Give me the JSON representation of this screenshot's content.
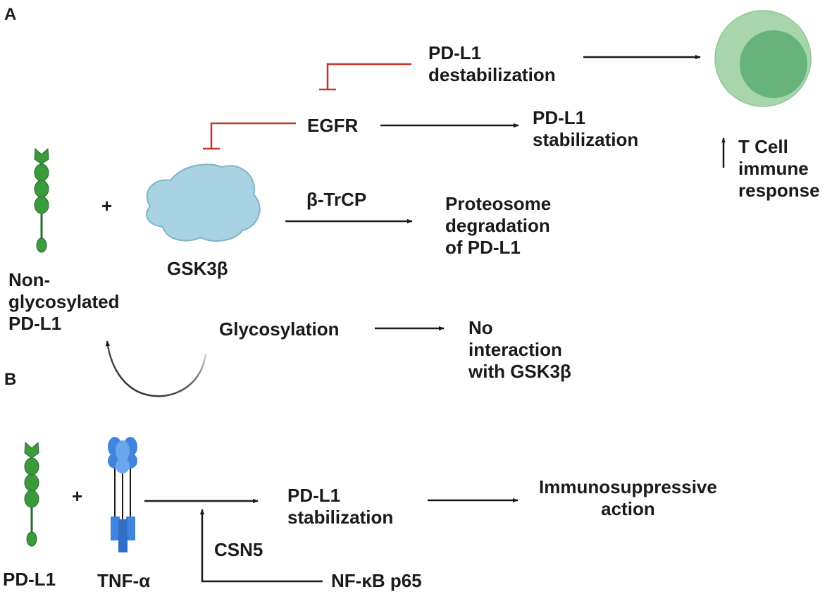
{
  "panel_a": {
    "panel_letter": "A",
    "pdl1_destabilization": [
      "PD-L1",
      "destabilization"
    ],
    "egfr": "EGFR",
    "pdl1_stabilization": [
      "PD-L1",
      "stabilization"
    ],
    "t_cell_arrow": "↑",
    "t_cell_response": [
      "T Cell",
      "immune",
      "response"
    ],
    "plus": "+",
    "gsk3b": "GSK3β",
    "b_trcp": "β-TrCP",
    "proteosome": [
      "Proteosome",
      "degradation",
      "of PD-L1"
    ],
    "non_glycosylated": [
      "Non-",
      "glycosylated",
      "PD-L1"
    ],
    "glycosylation": "Glycosylation",
    "no_interaction": [
      "No",
      "interaction",
      "with GSK3β"
    ]
  },
  "panel_b": {
    "panel_letter": "B",
    "plus": "+",
    "pdl1": "PD-L1",
    "tnf": "TNF-α",
    "pdl1_stabilization": [
      "PD-L1",
      "stabilization"
    ],
    "immunosuppressive": [
      "Immunosuppressive",
      "action"
    ],
    "csn5": "CSN5",
    "nfkb": "NF-κB p65"
  },
  "colors": {
    "inhibition": "#c4342b",
    "arrow": "#1a1a1a",
    "cell_outer": "#a9d5ad",
    "cell_inner": "#66b47c",
    "pdl1_bead": "#3a9a3c",
    "gsk3b_fill": "#a9d3e2",
    "tnf_blue": "#3f85e0"
  }
}
